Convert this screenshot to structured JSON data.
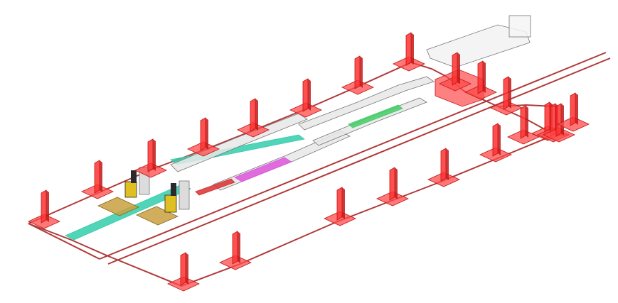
{
  "diagram": {
    "kind": "isometric-production-line-layout",
    "colors": {
      "fence": "#b03a3a",
      "post_fill": "#ff3030",
      "post_stroke": "#c01818",
      "pad_fill": "#ff4a4a",
      "rail": "#33ccaa",
      "machine_line": "#777777",
      "machine_fill": "#e8e8e8",
      "pallet": "#c9a040",
      "robot": "#e0c020",
      "robot_dark": "#2a2a2a",
      "accent_green": "#44cc66",
      "accent_magenta": "#dd55dd",
      "accent_red": "#d83030"
    },
    "fence_posts_count_label": "",
    "zones": [
      "outer-fence",
      "machine-line",
      "input-robot-cells",
      "output-cell"
    ]
  }
}
